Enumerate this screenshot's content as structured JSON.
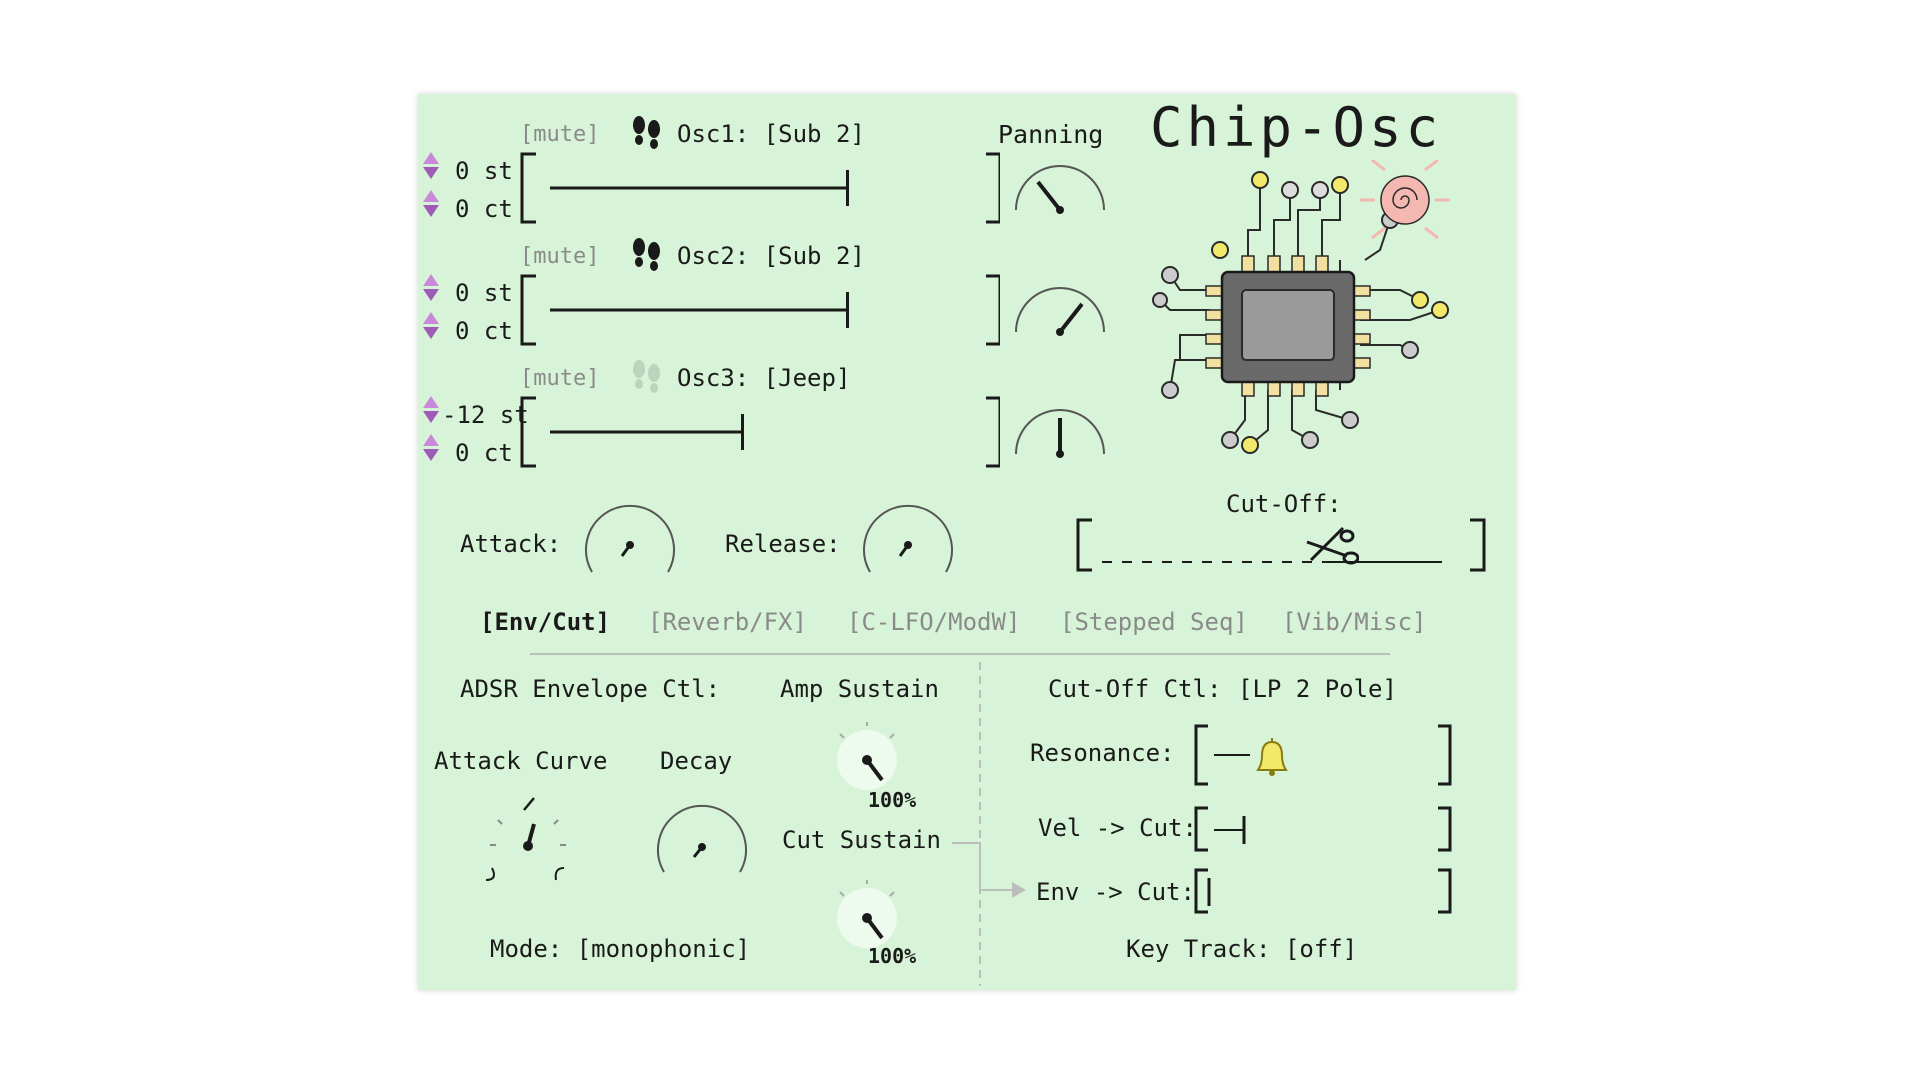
{
  "plugin": {
    "title": "Chip-Osc"
  },
  "panning_label": "Panning",
  "oscillators": [
    {
      "mute_label": "[mute]",
      "name": "Osc1: [Sub 2]",
      "semitone": "0 st",
      "cents": "0 ct",
      "level": 0.85,
      "pan": "left",
      "feet_icon": "footprints-icon",
      "enabled": true
    },
    {
      "mute_label": "[mute]",
      "name": "Osc2: [Sub 2]",
      "semitone": "0 st",
      "cents": "0 ct",
      "level": 0.85,
      "pan": "right",
      "feet_icon": "footprints-icon",
      "enabled": true
    },
    {
      "mute_label": "[mute]",
      "name": "Osc3: [Jeep]",
      "semitone": "-12 st",
      "cents": "0 ct",
      "level": 0.55,
      "pan": "center",
      "feet_icon": "footprints-icon",
      "enabled": false
    }
  ],
  "attack_label": "Attack:",
  "release_label": "Release:",
  "cutoff": {
    "label": "Cut-Off:",
    "icon": "scissors-icon",
    "level": 0.62
  },
  "tabs": [
    {
      "label": "[Env/Cut]",
      "active": true
    },
    {
      "label": "[Reverb/FX]",
      "active": false
    },
    {
      "label": "[C-LFO/ModW]",
      "active": false
    },
    {
      "label": "[Stepped Seq]",
      "active": false
    },
    {
      "label": "[Vib/Misc]",
      "active": false
    }
  ],
  "adsr": {
    "header": "ADSR Envelope Ctl:",
    "attack_curve_label": "Attack Curve",
    "decay_label": "Decay",
    "amp_sustain_label": "Amp Sustain",
    "amp_sustain_value": "100%",
    "cut_sustain_label": "Cut Sustain",
    "cut_sustain_value": "100%",
    "mode_label": "Mode: [monophonic]"
  },
  "cutoff_ctl": {
    "header": "Cut-Off Ctl:",
    "filter_type": "[LP 2 Pole]",
    "resonance_label": "Resonance:",
    "resonance_icon": "bell-icon",
    "vel_cut_label": "Vel -> Cut:",
    "env_cut_label": "Env -> Cut:",
    "key_track_label": "Key Track: [off]"
  },
  "colors": {
    "panel_bg": "#d8f4d8",
    "arrow_accent": "#c88ad8",
    "chip_bulb": "#f2e86a",
    "sun": "#f4b8b0"
  }
}
